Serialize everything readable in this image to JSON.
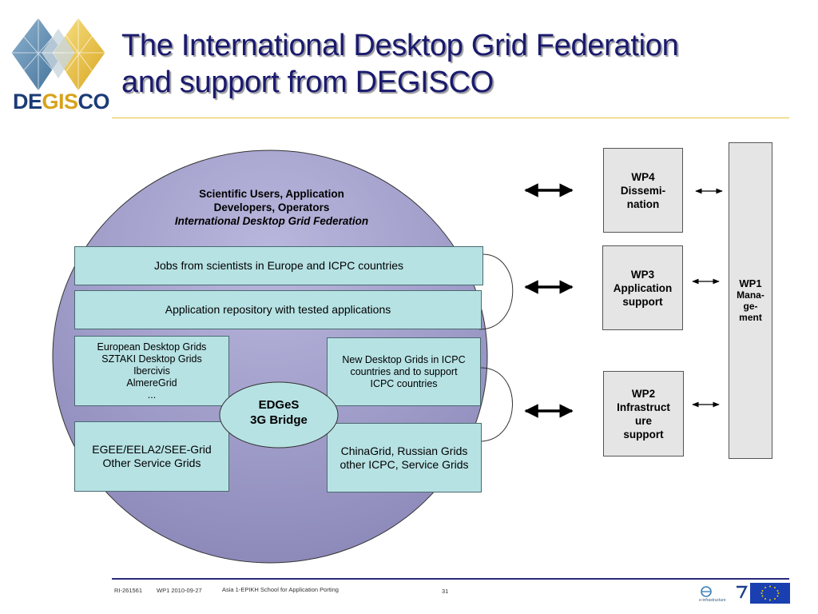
{
  "slide": {
    "title_line1": "The International Desktop Grid Federation",
    "title_line2": "and support from DEGISCO",
    "logo": {
      "text_left": "DE",
      "text_mid": "GIS",
      "text_right": "CO",
      "icon": "degisco-diamond-logo"
    }
  },
  "diagram": {
    "federation_header": {
      "line1": "Scientific Users, Application",
      "line2": "Developers, Operators",
      "line3": "International Desktop Grid Federation"
    },
    "jobs_box": "Jobs from scientists in Europe and ICPC countries",
    "repository_box": "Application repository with tested applications",
    "european_box": [
      "European Desktop Grids",
      "SZTAKI Desktop Grids",
      "Ibercivis",
      "AlmereGrid",
      "..."
    ],
    "icpc_desktop_box": [
      "New Desktop Grids in ICPC",
      "countries and to support",
      "ICPC countries"
    ],
    "egee_box": [
      "EGEE/EELA2/SEE-Grid",
      "Other Service Grids"
    ],
    "china_box": [
      "ChinaGrid, Russian Grids",
      "other ICPC, Service Grids"
    ],
    "bridge": {
      "line1": "EDGeS",
      "line2": "3G Bridge"
    }
  },
  "work_packages": {
    "wp4": [
      "WP4",
      "Dissemi-",
      "nation"
    ],
    "wp3": [
      "WP3",
      "Application",
      "support"
    ],
    "wp2": [
      "WP2",
      "Infrastruct",
      "ure",
      "support"
    ],
    "wp1": [
      "WP1",
      "Mana-",
      "ge-",
      "ment"
    ]
  },
  "footer": {
    "id": "RI-261561",
    "wp": "WP1 2010-09-27",
    "event": "Asia 1-EPIKH School for Application Porting",
    "page": "31",
    "icons": [
      "e-infrastructure-logo",
      "fp7-logo",
      "eu-flag-icon"
    ],
    "einfra_label": "e-infrastructure"
  },
  "colors": {
    "title": "#1a1a6e",
    "box_fill": "#b7e2e4",
    "circle_fill": "#9a97c4",
    "wp_fill": "#e5e5e5",
    "accent_rule": "#e6c23c",
    "footer_rule": "#2a2a7a"
  }
}
